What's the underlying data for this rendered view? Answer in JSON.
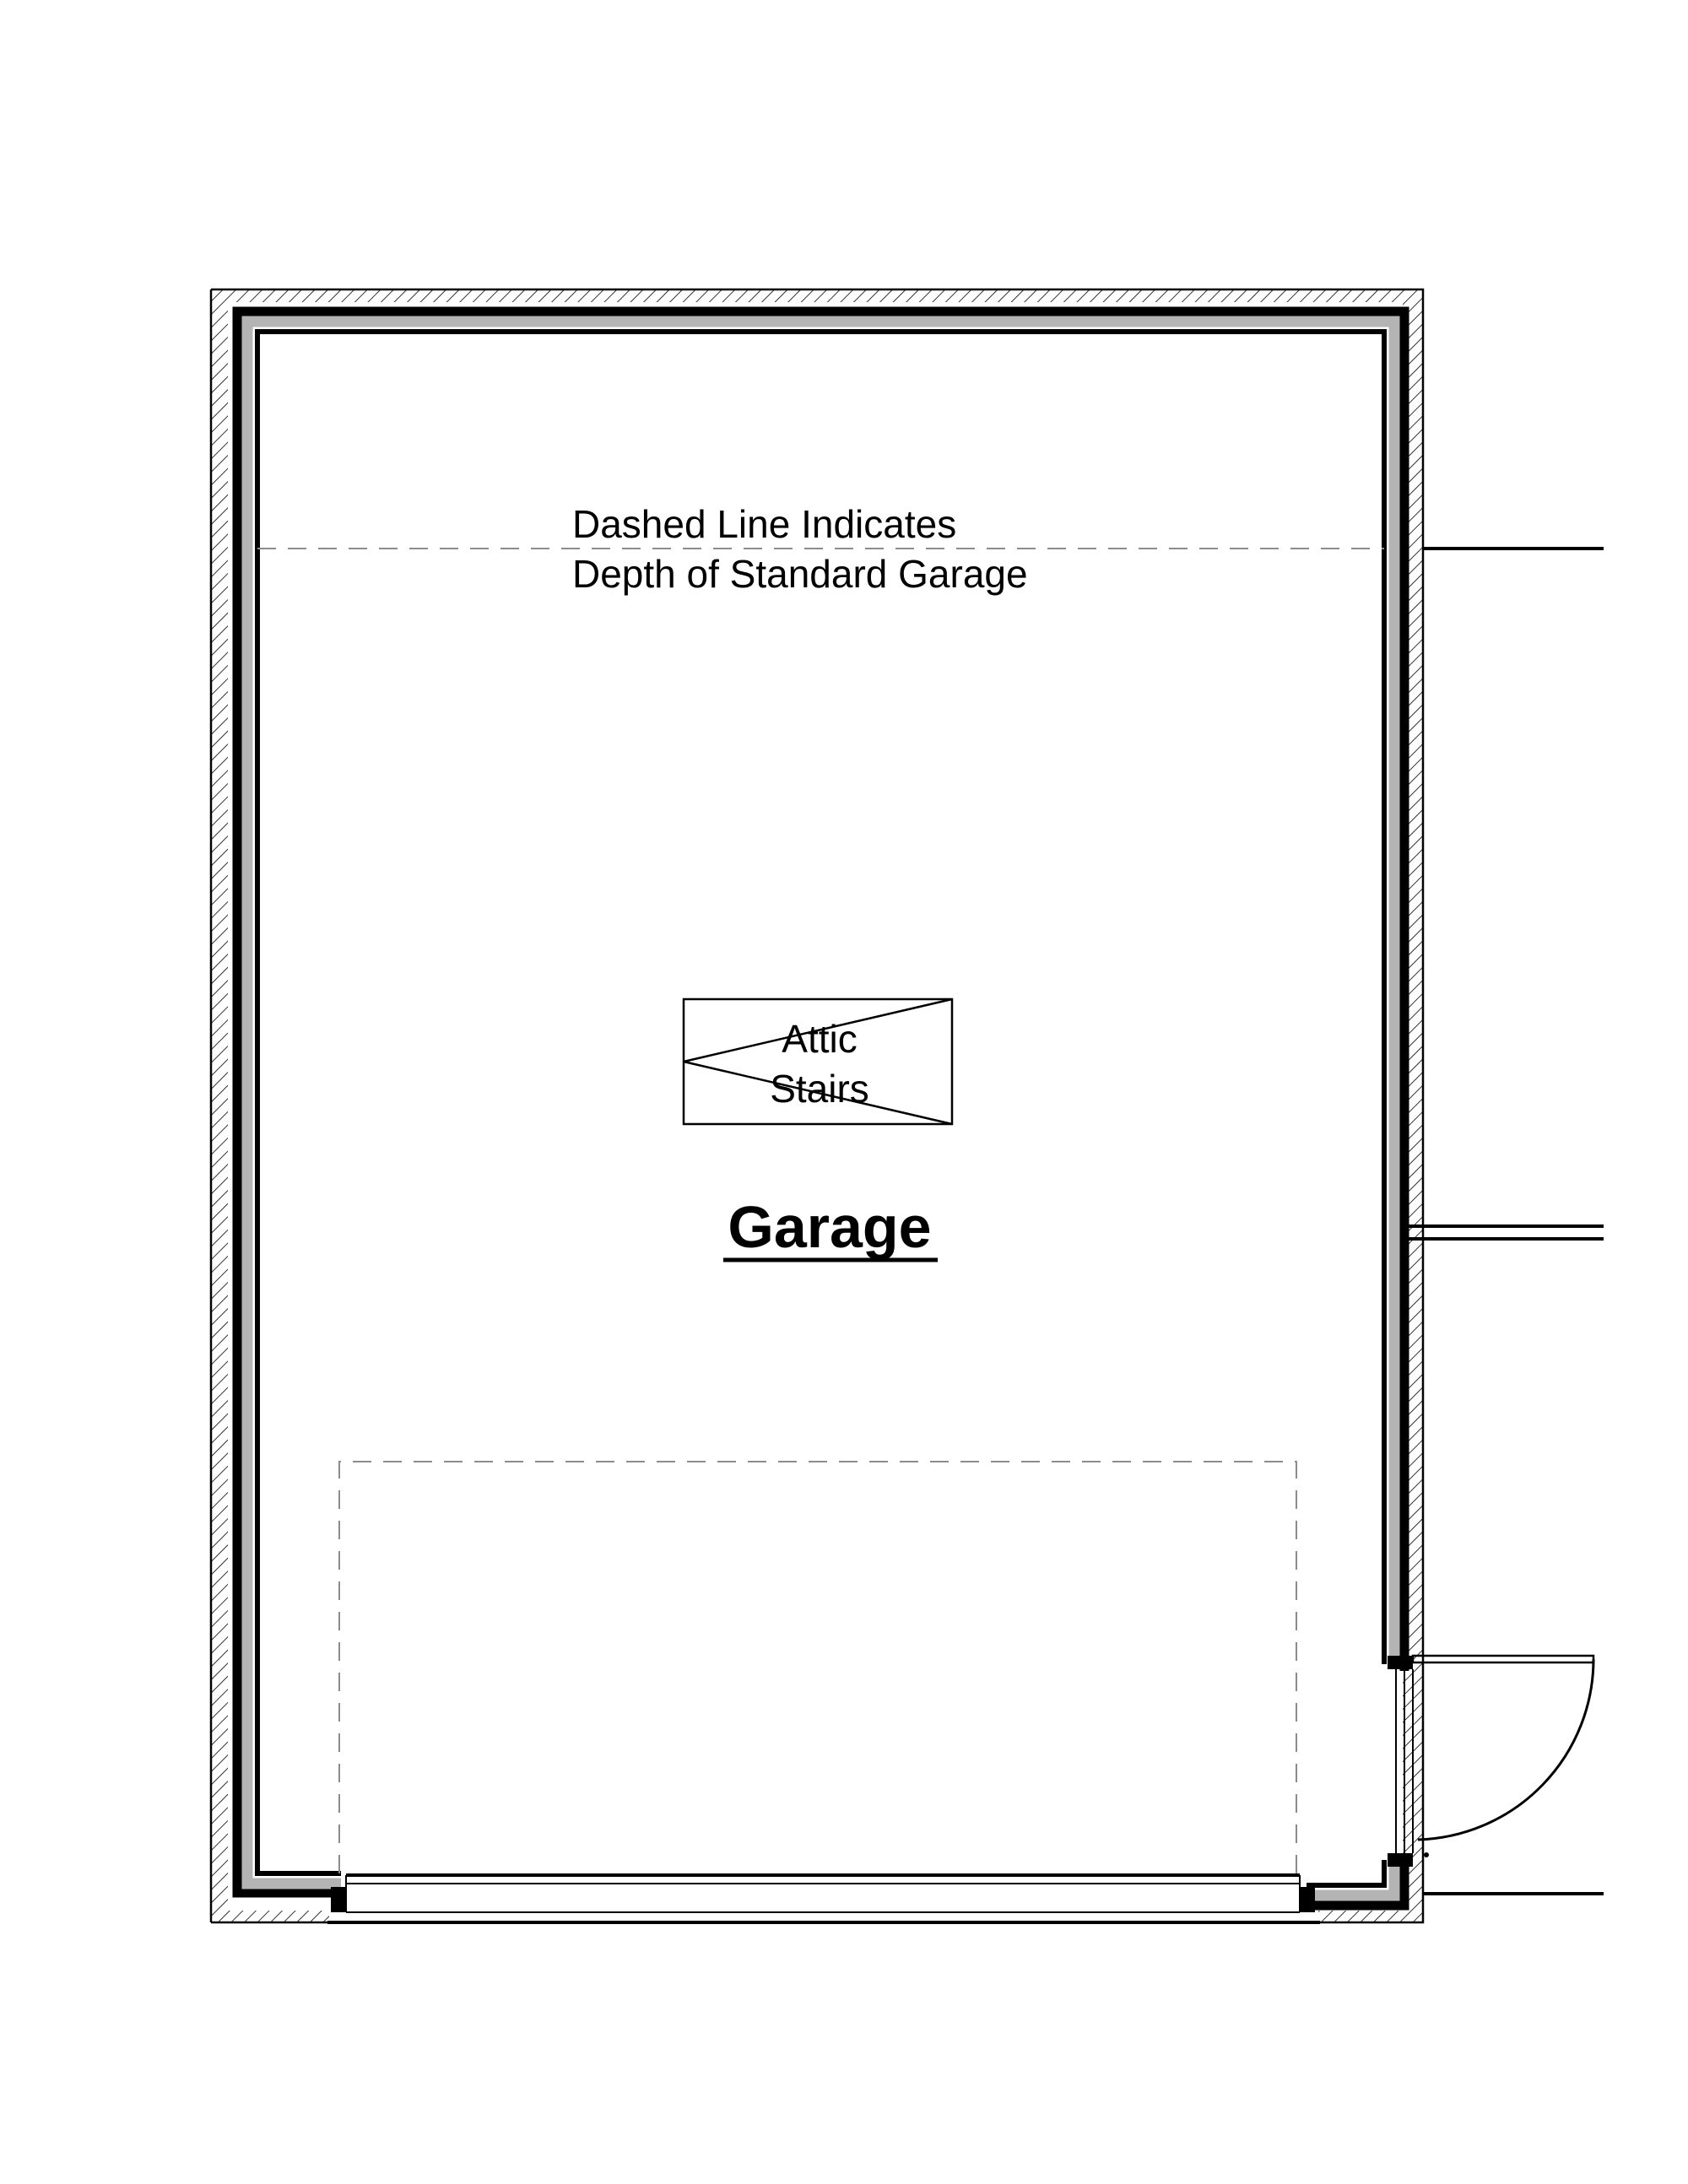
{
  "floor_plan": {
    "note_lines": [
      "Dashed Line Indicates",
      "Depth of Standard Garage"
    ],
    "attic_stairs_lines": [
      "Attic",
      "Stairs"
    ],
    "room_label": "Garage"
  },
  "colors": {
    "line": "#000000",
    "wall_fill": "#b4b4b4",
    "dashed_line": "#8c8c8c",
    "background": "#ffffff"
  }
}
